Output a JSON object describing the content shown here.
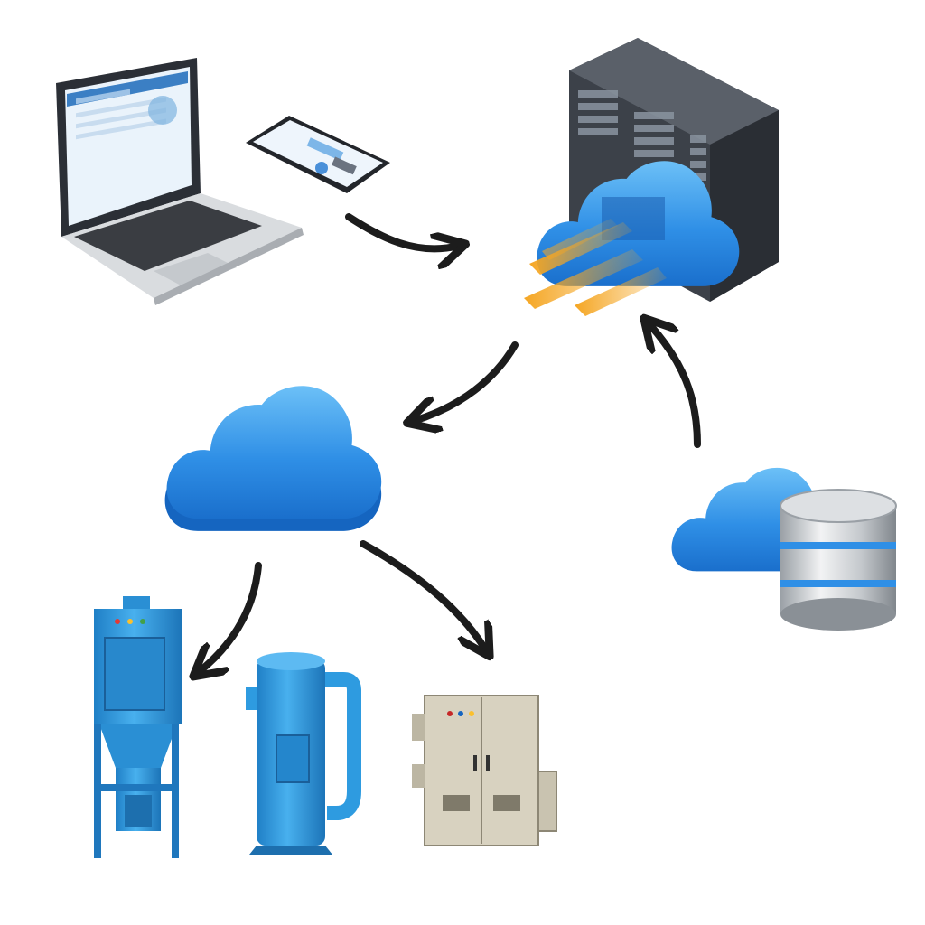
{
  "diagram": {
    "nodes": [
      {
        "id": "client-devices",
        "icon": "laptop-and-phone-icon"
      },
      {
        "id": "server-cloud",
        "icon": "server-rack-cloud-icon"
      },
      {
        "id": "hub-cloud",
        "icon": "cloud-icon"
      },
      {
        "id": "database-cloud",
        "icon": "cloud-database-icon"
      },
      {
        "id": "dust-collector",
        "icon": "dust-collector-icon"
      },
      {
        "id": "vertical-compressor",
        "icon": "vertical-compressor-icon"
      },
      {
        "id": "control-cabinet",
        "icon": "electrical-cabinet-icon"
      }
    ],
    "edges": [
      {
        "from": "client-devices",
        "to": "server-cloud"
      },
      {
        "from": "server-cloud",
        "to": "hub-cloud"
      },
      {
        "from": "database-cloud",
        "to": "server-cloud"
      },
      {
        "from": "hub-cloud",
        "to": "dust-collector"
      },
      {
        "from": "hub-cloud",
        "to": "control-cabinet"
      }
    ]
  },
  "colors": {
    "cloud": "#2f8fe6",
    "cloud_light": "#6cc0f7",
    "cloud_dark": "#1565c0",
    "server": "#3c4149",
    "machine_blue": "#2e9be0",
    "cabinet": "#d8d2c0",
    "arrow": "#1c1c1c",
    "data_stream": "#f5a623"
  }
}
